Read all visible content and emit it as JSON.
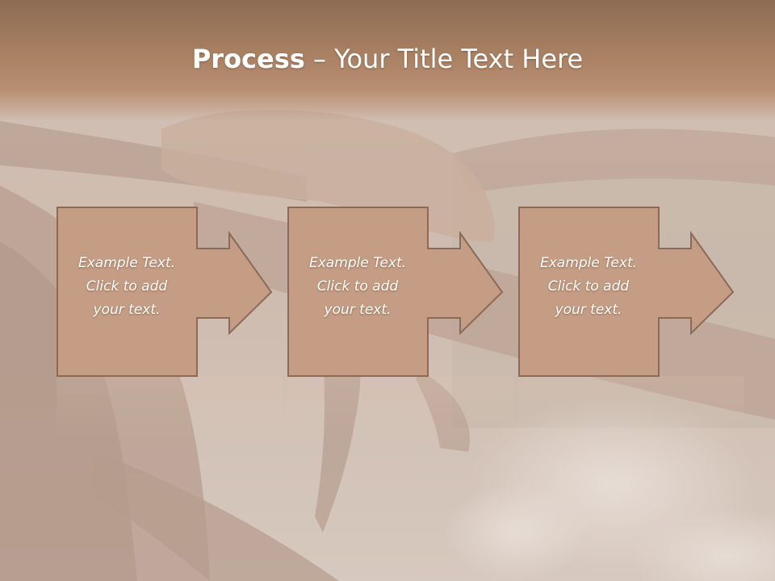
{
  "title": {
    "bold": "Process",
    "rest": " – Your Title Text Here"
  },
  "steps": [
    {
      "line1": "Example Text.",
      "line2": "Click  to add",
      "line3": "your text."
    },
    {
      "line1": "Example Text.",
      "line2": "Click  to add",
      "line3": "your text."
    },
    {
      "line1": "Example Text.",
      "line2": "Click  to add",
      "line3": "your text."
    }
  ],
  "colors": {
    "box_fill": "#c59d84",
    "box_stroke": "#8a6a58",
    "title_band": "#a98062"
  }
}
